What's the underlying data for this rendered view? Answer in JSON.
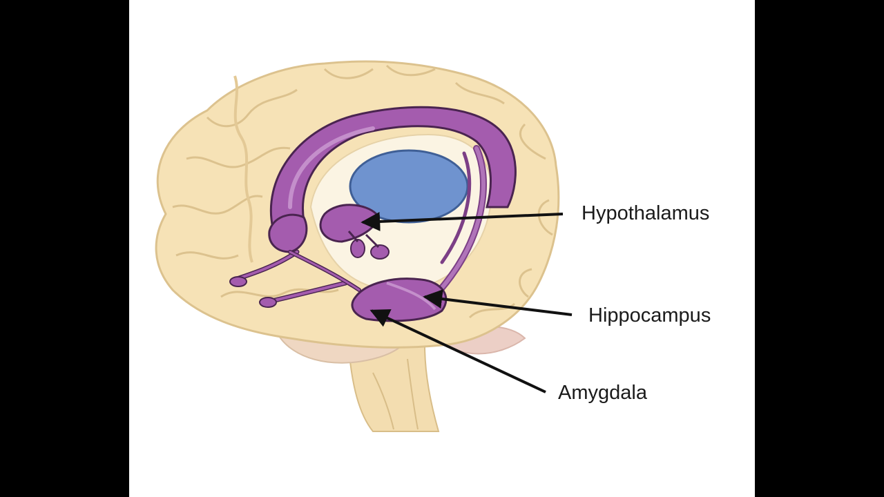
{
  "labels": {
    "hypothalamus": "Hypothalamus",
    "hippocampus": "Hippocampus",
    "amygdala": "Amygdala"
  },
  "colors": {
    "background": "#000000",
    "panel": "#ffffff",
    "brain": "#f6e2b6",
    "brain_shade": "#e9cf98",
    "limbic": "#a45cae",
    "limbic_light": "#c48fcb",
    "limbic_dark": "#7c3f86",
    "thalamus": "#6f93cf",
    "arrow": "#111111"
  }
}
